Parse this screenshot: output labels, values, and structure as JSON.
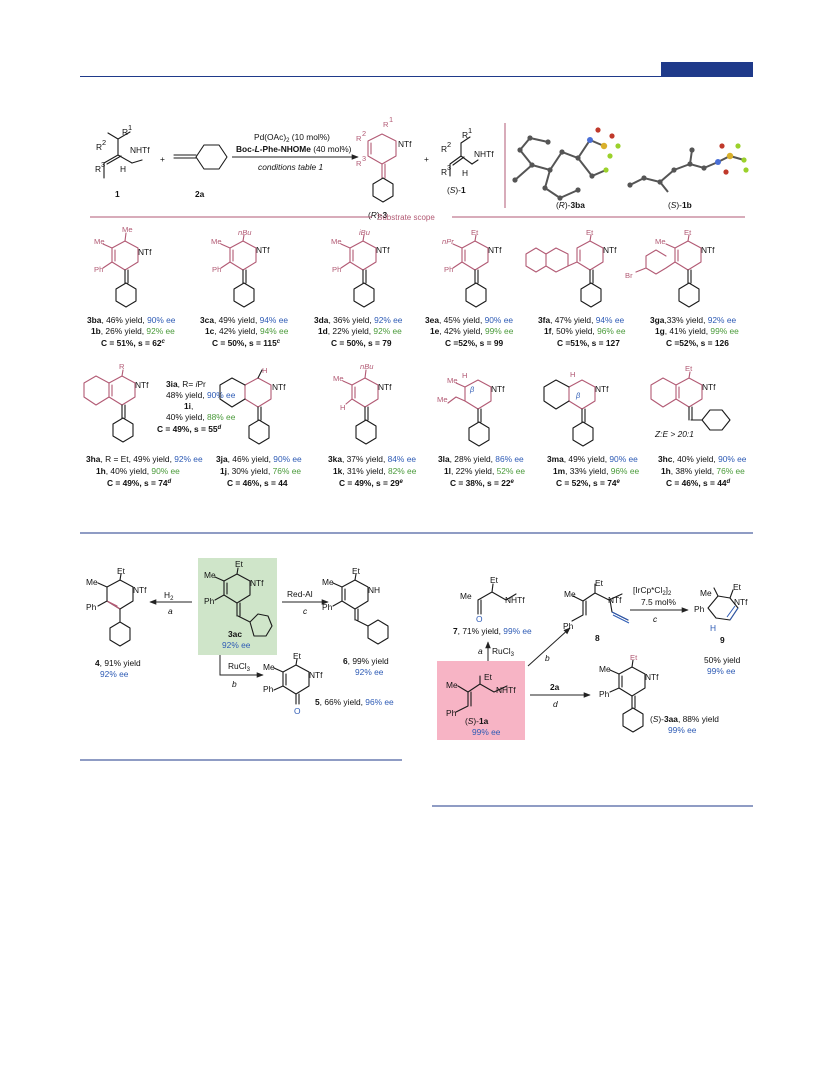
{
  "header": {
    "accent_color": "#1f3a8a"
  },
  "scheme_top": {
    "reactant1_labels": [
      "R",
      "1",
      "R",
      "2",
      "R",
      "3",
      "H",
      "NHTf"
    ],
    "reactant1_id": "1",
    "plus": "+",
    "reactant2_id": "2a",
    "cond_line1_a": "Pd(OAc)",
    "cond_line1_sub": "2",
    "cond_line1_b": " (10 mol%)",
    "cond_line2_a": "Boc-",
    "cond_line2_b": "L",
    "cond_line2_c": "-Phe-NHOMe",
    "cond_line2_d": " (40 mol%)",
    "cond_line3": "conditions table 1",
    "product_labels": [
      "R",
      "1",
      "R",
      "2",
      "R",
      "3",
      "NTf"
    ],
    "product_id_a": "(",
    "product_id_b": "R",
    "product_id_c": ")-",
    "product_id_d": "3",
    "recovered_labels": [
      "R",
      "1",
      "R",
      "2",
      "R",
      "3",
      "H",
      "NHTf"
    ],
    "recovered_id_a": "(",
    "recovered_id_b": "S",
    "recovered_id_c": ")-",
    "recovered_id_d": "1",
    "xray1_label_a": "(",
    "xray1_label_b": "R",
    "xray1_label_c": ")-",
    "xray1_label_d": "3ba",
    "xray2_label_a": "(",
    "xray2_label_b": "S",
    "xray2_label_c": ")-",
    "xray2_label_d": "1b",
    "substrate_scope": "Substrate scope"
  },
  "row1": [
    {
      "sub_labels": [
        "Me",
        "Me",
        "Ph",
        "NTf"
      ],
      "l1_id": "3ba",
      "l1_y": ", 46% yield, ",
      "l1_ee": "90% ee",
      "l2_id": "1b",
      "l2_y": ", 26% yield, ",
      "l2_ee": "92% ee",
      "l3": "C = 51%, s = 62",
      "l3_sup": "c"
    },
    {
      "sub_labels": [
        "nBu",
        "Me",
        "Ph",
        "NTf"
      ],
      "l1_id": "3ca",
      "l1_y": ", 49% yield, ",
      "l1_ee": "94% ee",
      "l2_id": "1c",
      "l2_y": ", 42% yield, ",
      "l2_ee": "94% ee",
      "l3": "C = 50%, s = 115",
      "l3_sup": "c"
    },
    {
      "sub_labels": [
        "iBu",
        "Me",
        "Ph",
        "NTf"
      ],
      "l1_id": "3da",
      "l1_y": ", 36% yield, ",
      "l1_ee": "92% ee",
      "l2_id": "1d",
      "l2_y": ", 22% yield, ",
      "l2_ee": "92% ee",
      "l3": "C = 50%, s = 79",
      "l3_sup": ""
    },
    {
      "sub_labels": [
        "Et",
        "nPr",
        "Ph",
        "NTf"
      ],
      "l1_id": "3ea",
      "l1_y": ", 45% yield, ",
      "l1_ee": "90% ee",
      "l2_id": "1e",
      "l2_y": ", 42% yield, ",
      "l2_ee": "99% ee",
      "l3": "C =52%, s = 99",
      "l3_sup": ""
    },
    {
      "sub_labels": [
        "Et",
        "",
        "",
        "NTf"
      ],
      "l1_id": "3fa",
      "l1_y": ", 47% yield, ",
      "l1_ee": "94% ee",
      "l2_id": "1f",
      "l2_y": ", 50% yield, ",
      "l2_ee": "96% ee",
      "l3": "C =51%, s = 127",
      "l3_sup": ""
    },
    {
      "sub_labels": [
        "Et",
        "Me",
        "Br",
        "NTf"
      ],
      "l1_id": "3ga",
      "l1_y": ",33% yield, ",
      "l1_ee": "92% ee",
      "l2_id": "1g",
      "l2_y": ", 41% yield, ",
      "l2_ee": "99% ee",
      "l3": "C =52%, s = 126",
      "l3_sup": ""
    }
  ],
  "row2": [
    {
      "sub_labels": [
        "R",
        "NTf"
      ],
      "l1_id": "3ha",
      "l1_y": ", R = Et,  49% yield, ",
      "l1_ee": "92% ee",
      "l2_id": "1h",
      "l2_y": ", 40% yield, ",
      "l2_ee": "90% ee",
      "l3": "C = 49%, s = 74",
      "l3_sup": "d"
    },
    {
      "sub_labels": [
        "H",
        "NTf"
      ],
      "l1_id": "3ja",
      "l1_y": ", 46% yield, ",
      "l1_ee": "90% ee",
      "l2_id": "1j",
      "l2_y": ", 30% yield, ",
      "l2_ee": "76% ee",
      "l3": "C = 46%, s = 44",
      "l3_sup": ""
    },
    {
      "sub_labels": [
        "nBu",
        "Me",
        "H",
        "NTf"
      ],
      "l1_id": "3ka",
      "l1_y": ", 37% yield, ",
      "l1_ee": "84% ee",
      "l2_id": "1k",
      "l2_y": ", 31% yield, ",
      "l2_ee": "82% ee",
      "l3": "C = 49%, s = 29",
      "l3_sup": "e"
    },
    {
      "sub_labels": [
        "Me",
        "H",
        "β",
        "Me",
        "NTf"
      ],
      "l1_id": "3la",
      "l1_y": ", 28% yield, ",
      "l1_ee": "86% ee",
      "l2_id": "1l",
      "l2_y": ", 22% yield, ",
      "l2_ee": "52% ee",
      "l3": "C = 38%, s = 22",
      "l3_sup": "e"
    },
    {
      "sub_labels": [
        "H",
        "β",
        "NTf"
      ],
      "l1_id": "3ma",
      "l1_y": ", 49% yield, ",
      "l1_ee": "90% ee",
      "l2_id": "1m",
      "l2_y": ", 33% yield, ",
      "l2_ee": "96% ee",
      "l3": "C = 52%, s = 74",
      "l3_sup": "e"
    },
    {
      "sub_labels": [
        "Et",
        "NTf",
        "Z:E > 20:1"
      ],
      "l1_id": "3hc",
      "l1_y": ", 40% yield, ",
      "l1_ee": "90% ee",
      "l2_id": "1h",
      "l2_y": ", 38% yield, ",
      "l2_ee": "76% ee",
      "l3": "C = 46%, s = 44",
      "l3_sup": "d"
    }
  ],
  "row2_note": {
    "l1_id": "3ia",
    "l1_b": ", R= ",
    "l1_c": "i",
    "l1_d": "Pr",
    "l2": "48% yield, ",
    "l2_ee": "90% ee",
    "l3": "1i",
    "l3_b": ",",
    "l4": "40% yield, ",
    "l4_ee": "88% ee",
    "l5": "C = 49%, s = 55",
    "l5_sup": "d"
  },
  "scheme_left": {
    "center_labels": [
      "Et",
      "Me",
      "Ph",
      "NTf"
    ],
    "center_id": "3ac",
    "center_ee": "92% ee",
    "left_labels": [
      "Et",
      "Me",
      "Ph",
      "NTf"
    ],
    "left_arrow_top": "H",
    "left_arrow_top_sub": "2",
    "left_arrow_bot": "a",
    "left_id": "4",
    "left_yield": ", 91% yield",
    "left_ee": "92% ee",
    "right_labels": [
      "Et",
      "Me",
      "Ph",
      "NH"
    ],
    "right_arrow_top": "Red-Al",
    "right_arrow_bot": "c",
    "right_id": "6",
    "right_yield": ", 99% yield",
    "right_ee": "92% ee",
    "down_arrow_a": "RuCl",
    "down_arrow_a_sub": "3",
    "down_arrow_b": "b",
    "down_labels": [
      "Et",
      "Me",
      "Ph",
      "NTf",
      "O"
    ],
    "down_id": "5",
    "down_yield": ", 66% yield, ",
    "down_ee": "96% ee"
  },
  "scheme_right": {
    "ketone_labels": [
      "Et",
      "Me",
      "O",
      "NHTf"
    ],
    "ketone_id": "7",
    "ketone_yield": ", 71% yield, ",
    "ketone_ee": "99% ee",
    "v_arrow_a": "a",
    "v_arrow_b": "RuCl",
    "v_arrow_b_sub": "3",
    "center_labels": [
      "Et",
      "Me",
      "Ph",
      "NHTf"
    ],
    "center_id_a": "(",
    "center_id_b": "S",
    "center_id_c": ")-",
    "center_id_d": "1a",
    "center_ee": "99% ee",
    "diag_arrow": "b",
    "propargyl_labels": [
      "Et",
      "Me",
      "Ph",
      "NTf"
    ],
    "propargyl_id": "8",
    "ir_line1_a": "[IrCp*Cl",
    "ir_line1_sub": "2",
    "ir_line1_b": "]",
    "ir_line1_sub2": "2",
    "ir_line2": "7.5 mol%",
    "ir_arrow_bot": "c",
    "bicyclic_labels": [
      "Et",
      "Me",
      "Ph",
      "NTf",
      "H"
    ],
    "bicyclic_id": "9",
    "bicyclic_yield": "50% yield",
    "bicyclic_ee": "99% ee",
    "d_arrow_top": "2a",
    "d_arrow_bot": "d",
    "prod_labels": [
      "Et",
      "Me",
      "Ph",
      "NTf"
    ],
    "prod_id_a": "(",
    "prod_id_b": "S",
    "prod_id_c": ")-",
    "prod_id_d": "3aa",
    "prod_yield": ", 88% yield",
    "prod_ee": "99% ee"
  }
}
